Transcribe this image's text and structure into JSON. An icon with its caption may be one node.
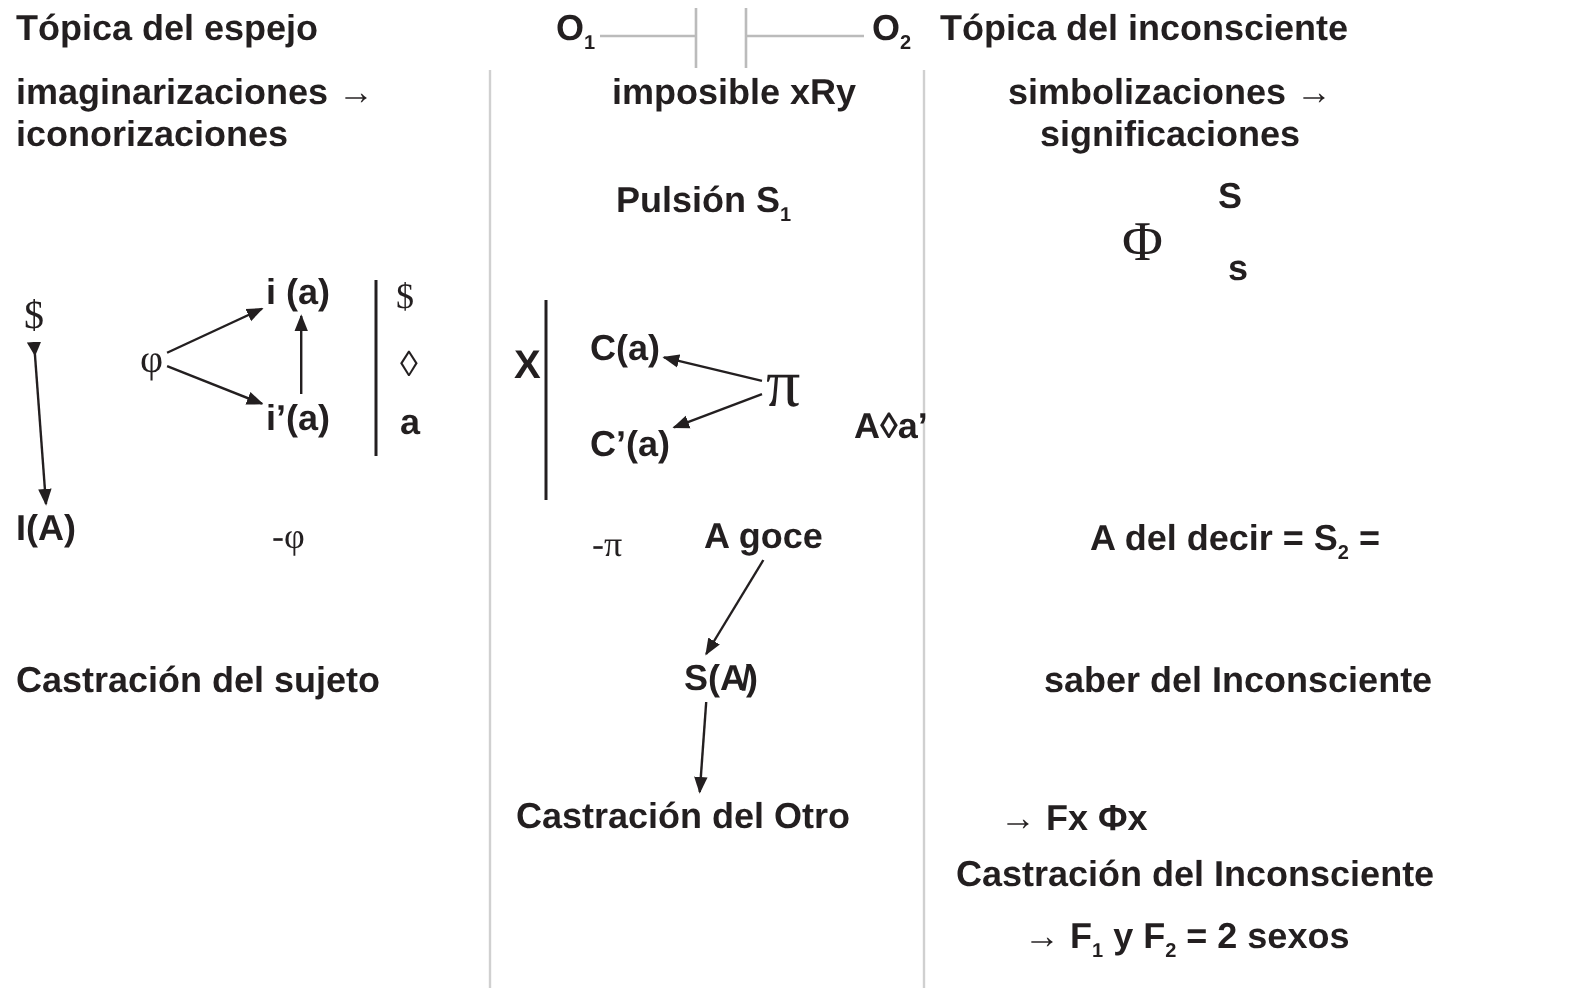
{
  "diagram": {
    "nodes": [
      {
        "text": [
          "$"
        ]
      },
      {
        "text": [
          "I(A)"
        ]
      },
      {
        "text": [
          "φ"
        ]
      },
      {
        "text": [
          "i (a)"
        ]
      },
      {
        "text": [
          "i’(a)"
        ]
      },
      {
        "text": [
          "C(a)"
        ]
      },
      {
        "text": [
          "C’(a)"
        ]
      },
      {
        "text": [
          "π"
        ]
      },
      {
        "text": [
          "A goce"
        ]
      },
      {
        "text": [
          "S(A̸)"
        ]
      },
      {
        "text": [
          "Castración del Otro"
        ]
      }
    ],
    "edges": [
      {
        "from": 0,
        "to": 1,
        "arrow": "to"
      },
      {
        "from": 2,
        "to": 3,
        "arrow": "to"
      },
      {
        "from": 2,
        "to": 4,
        "arrow": "to"
      },
      {
        "from": 4,
        "to": 3,
        "arrow": "to"
      },
      {
        "from": 7,
        "to": 5,
        "arrow": "to"
      },
      {
        "from": 7,
        "to": 6,
        "arrow": "to"
      },
      {
        "from": 8,
        "to": 9,
        "arrow": "to"
      },
      {
        "from": 9,
        "to": 10,
        "arrow": "to"
      }
    ],
    "labels": [
      "Tópica del espejo",
      "O$_{1}$",
      "O$_{2}$",
      "Tópica del inconsciente",
      "imaginarizaciones → iconorizaciones",
      "imposible xRy",
      "simbolizaciones → significaciones",
      "Pulsión S$_{1}$",
      "S",
      "Φ",
      "s",
      "$",
      "◊",
      "X",
      "a",
      "A◊a’",
      "-φ",
      "-π",
      "A del decir = S$_{2}$ =",
      "Castración del sujeto",
      "saber del Inconsciente",
      "→ Fx Φx",
      "Castración del Inconsciente",
      "→ F$_{1}$ y F$_{2}$ = 2 sexos"
    ]
  }
}
